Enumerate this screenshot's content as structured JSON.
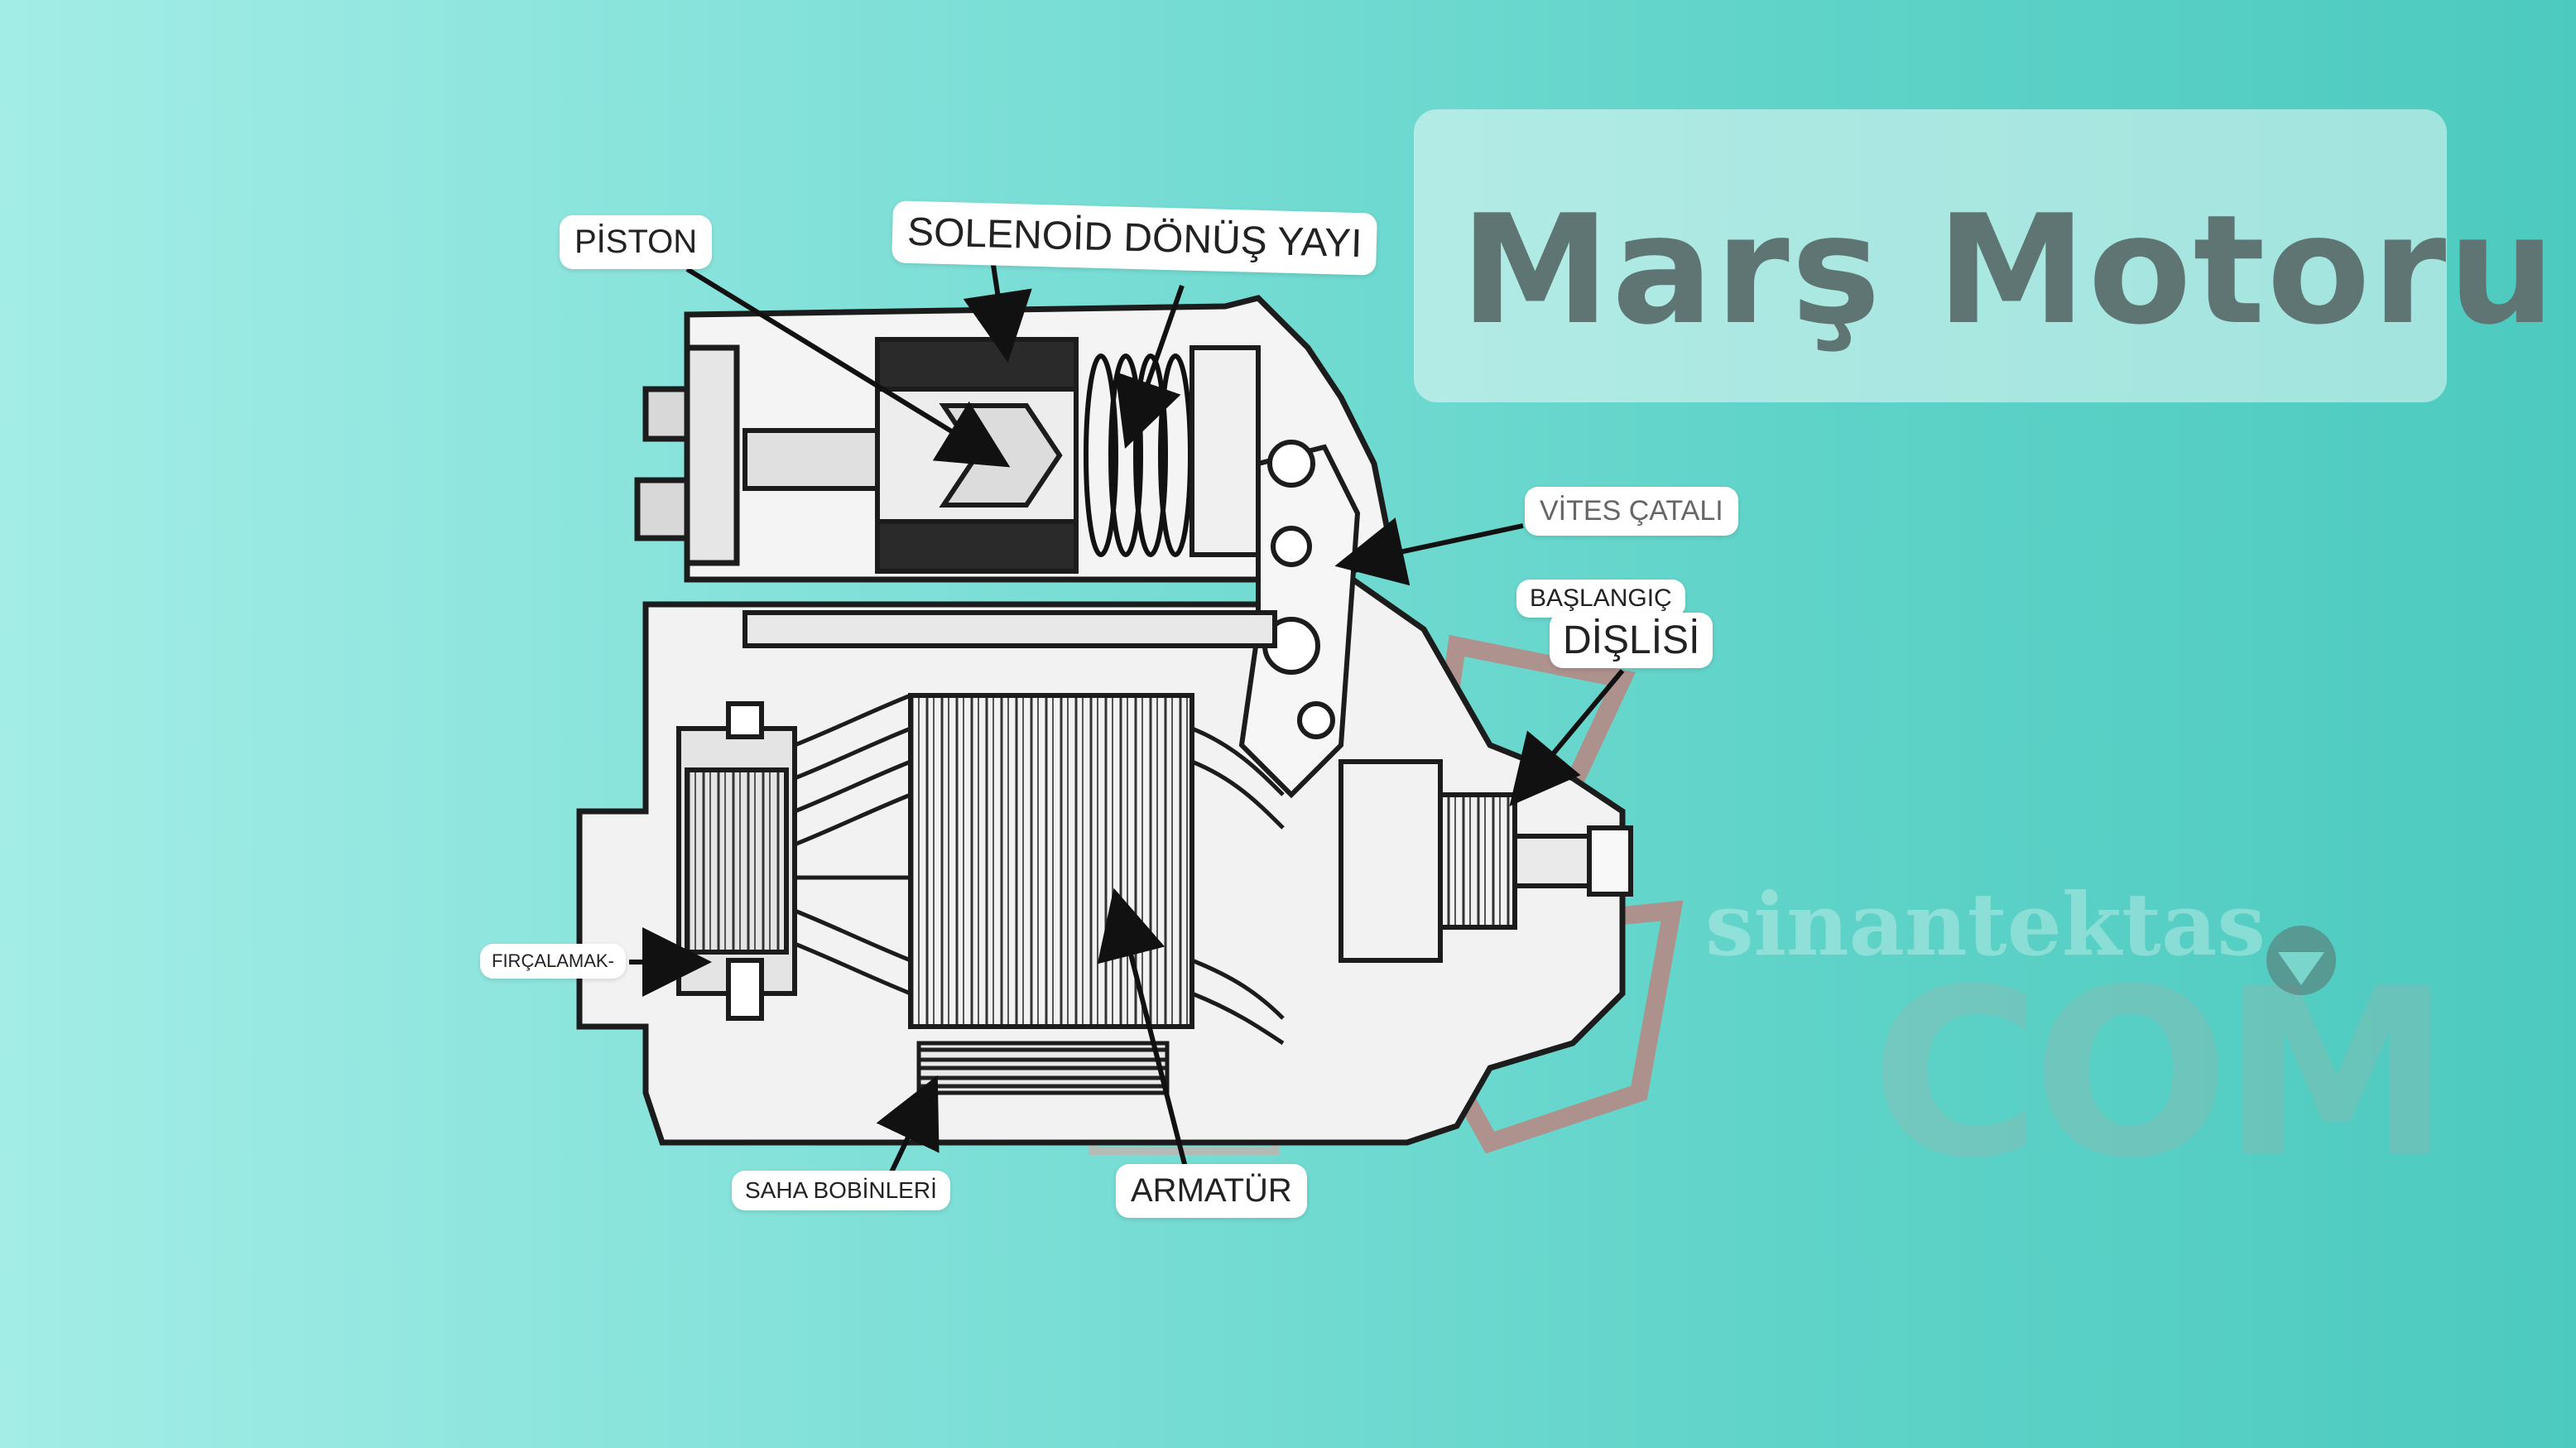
{
  "title": "Marş Motoru",
  "labels": {
    "piston": "PİSTON",
    "solenoid_spring": "SOLENOİD DÖNÜŞ YAYI",
    "shift_fork": "VİTES ÇATALI",
    "start_gear_line1": "BAŞLANGIÇ",
    "start_gear_line2": "DİŞLİSİ",
    "brush": "FIRÇALAMAK-",
    "field_coils": "SAHA BOBİNLERİ",
    "armature": "ARMATÜR"
  },
  "watermark": {
    "text": "sinantektas",
    "suffix": "COM"
  },
  "colors": {
    "background_start": "#a3ede6",
    "background_end": "#4dcabf",
    "title_text": "#5f7573",
    "watermark_red": "#e85a5a"
  }
}
